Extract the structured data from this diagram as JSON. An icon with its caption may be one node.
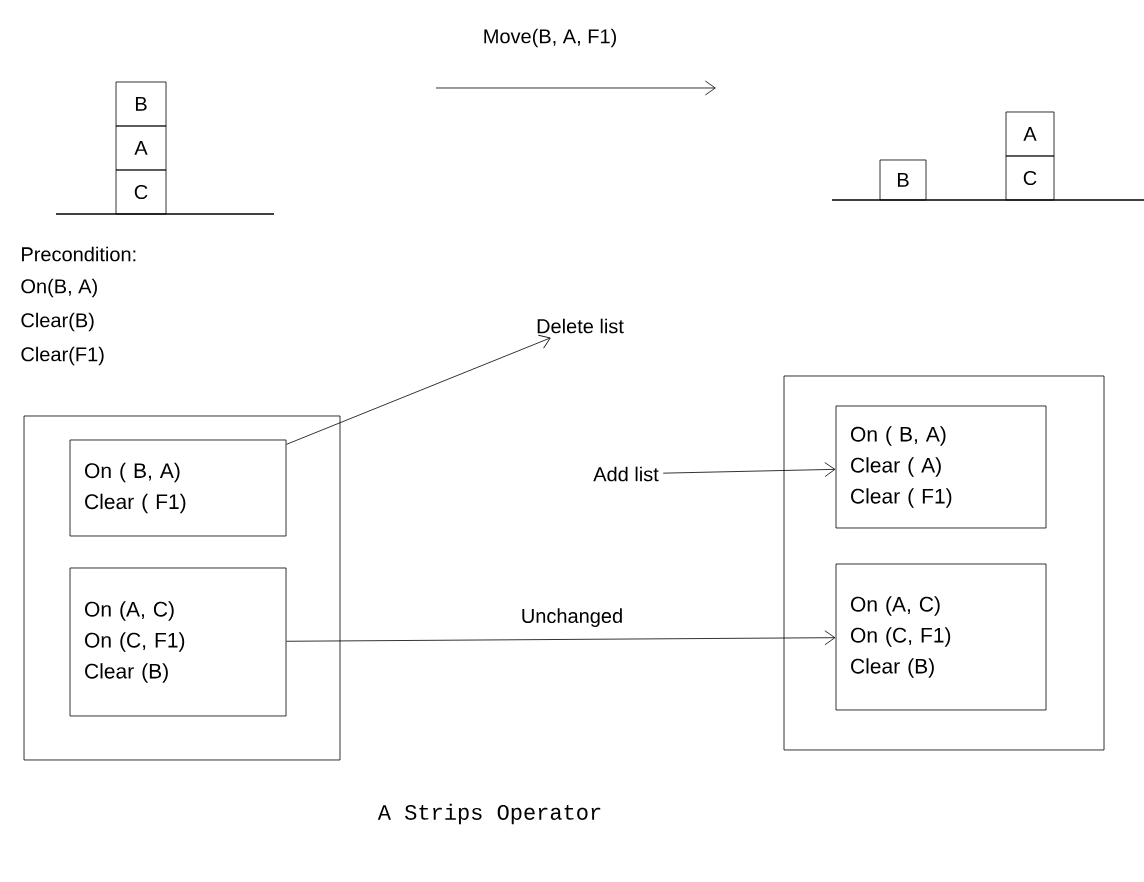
{
  "diagram": {
    "caption": "A Strips Operator",
    "nodes": [
      {
        "text": [],
        "shape": "box"
      },
      {
        "text": [
          "On ( B, A)",
          "Clear ( F1)"
        ],
        "in": 0
      },
      {
        "text": [
          "On (A, C)",
          "On (C, F1)",
          "Clear (B)"
        ],
        "in": 0
      },
      {
        "text": [],
        "shape": "box"
      },
      {
        "text": [
          "On ( B, A)",
          "Clear ( A)",
          "Clear ( F1)"
        ],
        "in": 3
      },
      {
        "text": [
          "On (A, C)",
          "On (C, F1)",
          "Clear (B)"
        ],
        "in": 3
      },
      {
        "text": [
          "Delete  list"
        ]
      },
      {
        "text": [
          "Add list"
        ]
      },
      {
        "text": [
          "B"
        ]
      },
      {
        "text": [
          "A"
        ]
      },
      {
        "text": [
          "C"
        ]
      },
      {
        "text": [
          "B"
        ]
      },
      {
        "text": [
          "A"
        ]
      },
      {
        "text": [
          "C"
        ]
      }
    ],
    "edges": [
      {
        "from": 1,
        "to": 6,
        "arrow": "to"
      },
      {
        "from": 7,
        "to": 4,
        "arrow": "to"
      },
      {
        "from": 2,
        "to": 5,
        "arrow": "to",
        "label": "Unchanged"
      }
    ],
    "labels": [
      "Move(B, A, F1)",
      "Precondition:",
      "On(B, A)",
      "Clear(B)",
      "Clear(F1)"
    ]
  }
}
